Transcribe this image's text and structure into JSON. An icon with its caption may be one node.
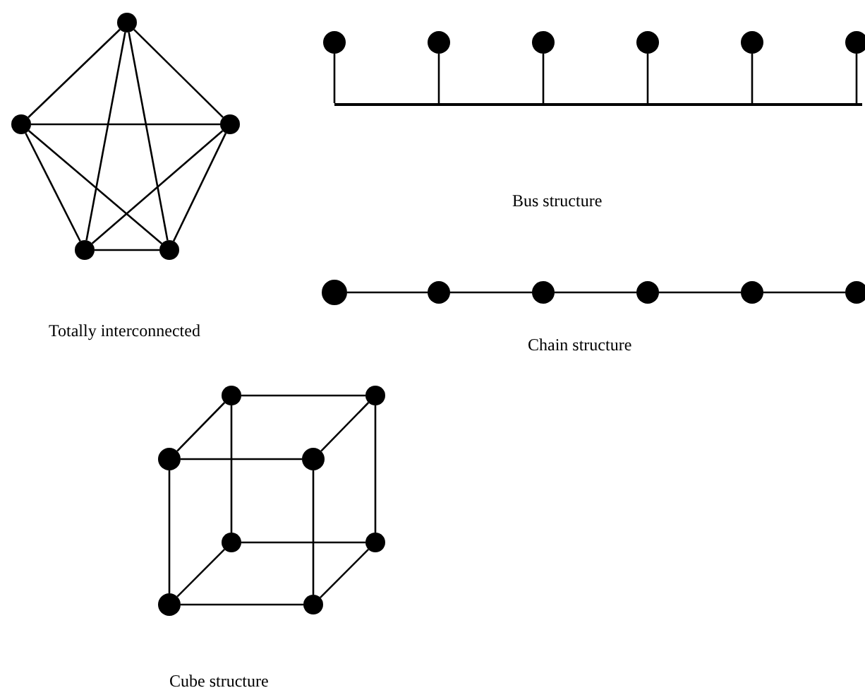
{
  "diagram": {
    "nodes": [
      {
        "text": [],
        "shape": "circle"
      },
      {
        "text": [],
        "shape": "circle"
      },
      {
        "text": [],
        "shape": "circle"
      },
      {
        "text": [],
        "shape": "circle"
      },
      {
        "text": [],
        "shape": "circle"
      },
      {
        "text": [],
        "shape": "circle"
      },
      {
        "text": [],
        "shape": "circle"
      },
      {
        "text": [],
        "shape": "circle"
      },
      {
        "text": [],
        "shape": "circle"
      },
      {
        "text": [],
        "shape": "circle"
      },
      {
        "text": [],
        "shape": "circle"
      },
      {
        "text": [],
        "shape": "bar"
      },
      {
        "text": [],
        "shape": "circle"
      },
      {
        "text": [],
        "shape": "circle"
      },
      {
        "text": [],
        "shape": "circle"
      },
      {
        "text": [],
        "shape": "circle"
      },
      {
        "text": [],
        "shape": "circle"
      },
      {
        "text": [],
        "shape": "circle"
      },
      {
        "text": [],
        "shape": "circle"
      },
      {
        "text": [],
        "shape": "circle"
      },
      {
        "text": [],
        "shape": "circle"
      },
      {
        "text": [],
        "shape": "circle"
      },
      {
        "text": [],
        "shape": "circle"
      },
      {
        "text": [],
        "shape": "circle"
      },
      {
        "text": [],
        "shape": "circle"
      },
      {
        "text": [],
        "shape": "circle"
      }
    ],
    "edges": [
      {
        "from": 0,
        "to": 1,
        "arrow": "none"
      },
      {
        "from": 0,
        "to": 2,
        "arrow": "none"
      },
      {
        "from": 0,
        "to": 3,
        "arrow": "none"
      },
      {
        "from": 0,
        "to": 4,
        "arrow": "none"
      },
      {
        "from": 1,
        "to": 2,
        "arrow": "none"
      },
      {
        "from": 1,
        "to": 3,
        "arrow": "none"
      },
      {
        "from": 1,
        "to": 4,
        "arrow": "none"
      },
      {
        "from": 2,
        "to": 3,
        "arrow": "none"
      },
      {
        "from": 2,
        "to": 4,
        "arrow": "none"
      },
      {
        "from": 3,
        "to": 4,
        "arrow": "none"
      },
      {
        "from": 5,
        "to": 11,
        "arrow": "none"
      },
      {
        "from": 6,
        "to": 11,
        "arrow": "none"
      },
      {
        "from": 7,
        "to": 11,
        "arrow": "none"
      },
      {
        "from": 8,
        "to": 11,
        "arrow": "none"
      },
      {
        "from": 9,
        "to": 11,
        "arrow": "none"
      },
      {
        "from": 10,
        "to": 11,
        "arrow": "none"
      },
      {
        "from": 12,
        "to": 13,
        "arrow": "none"
      },
      {
        "from": 13,
        "to": 14,
        "arrow": "none"
      },
      {
        "from": 14,
        "to": 15,
        "arrow": "none"
      },
      {
        "from": 15,
        "to": 16,
        "arrow": "none"
      },
      {
        "from": 16,
        "to": 17,
        "arrow": "none"
      },
      {
        "from": 18,
        "to": 19,
        "arrow": "none"
      },
      {
        "from": 20,
        "to": 21,
        "arrow": "none"
      },
      {
        "from": 22,
        "to": 23,
        "arrow": "none"
      },
      {
        "from": 24,
        "to": 25,
        "arrow": "none"
      },
      {
        "from": 18,
        "to": 22,
        "arrow": "none"
      },
      {
        "from": 19,
        "to": 23,
        "arrow": "none"
      },
      {
        "from": 20,
        "to": 24,
        "arrow": "none"
      },
      {
        "from": 21,
        "to": 25,
        "arrow": "none"
      },
      {
        "from": 18,
        "to": 20,
        "arrow": "none"
      },
      {
        "from": 19,
        "to": 21,
        "arrow": "none"
      },
      {
        "from": 22,
        "to": 24,
        "arrow": "none"
      },
      {
        "from": 23,
        "to": 25,
        "arrow": "none"
      }
    ],
    "labels": [
      "Totally interconnected",
      "Bus structure",
      "Chain structure",
      "Cube structure"
    ]
  }
}
